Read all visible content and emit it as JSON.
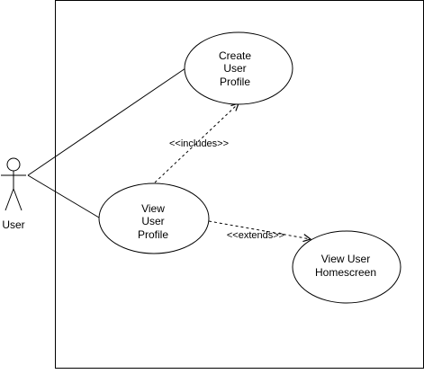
{
  "diagram": {
    "type": "use-case",
    "actor": {
      "label": "User"
    },
    "use_cases": {
      "create_profile": {
        "lines": [
          "Create",
          "User",
          "Profile"
        ]
      },
      "view_profile": {
        "lines": [
          "View",
          "User",
          "Profile"
        ]
      },
      "view_homescreen": {
        "lines": [
          "View User",
          "Homescreen"
        ]
      }
    },
    "relationships": {
      "includes": {
        "label": "<<includes>>"
      },
      "extends": {
        "label": "<<extends>>"
      }
    },
    "colors": {
      "stroke": "#000000",
      "fill": "#ffffff",
      "text": "#000000"
    }
  }
}
